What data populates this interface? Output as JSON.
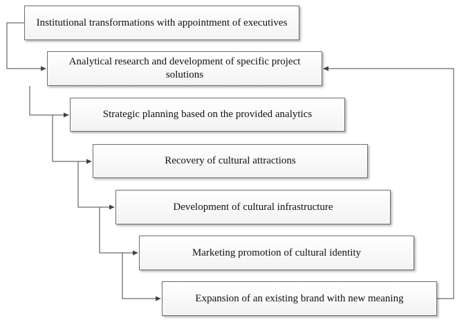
{
  "steps": [
    {
      "label": "Institutional transformations with appointment of executives"
    },
    {
      "label": "Analytical research and development of specific project solutions"
    },
    {
      "label": "Strategic planning based on the provided analytics"
    },
    {
      "label": "Recovery of cultural attractions"
    },
    {
      "label": "Development of cultural infrastructure"
    },
    {
      "label": "Marketing promotion of cultural identity"
    },
    {
      "label": "Expansion of an existing brand with new meaning"
    }
  ],
  "connections": [
    {
      "from": 1,
      "to": 2
    },
    {
      "from": 2,
      "to": 3
    },
    {
      "from": 3,
      "to": 4
    },
    {
      "from": 4,
      "to": 5
    },
    {
      "from": 5,
      "to": 6
    },
    {
      "from": 6,
      "to": 7
    },
    {
      "from": 7,
      "to": 2,
      "type": "feedback"
    }
  ],
  "colors": {
    "box_border": "#6e6e6e",
    "connector": "#444444"
  }
}
